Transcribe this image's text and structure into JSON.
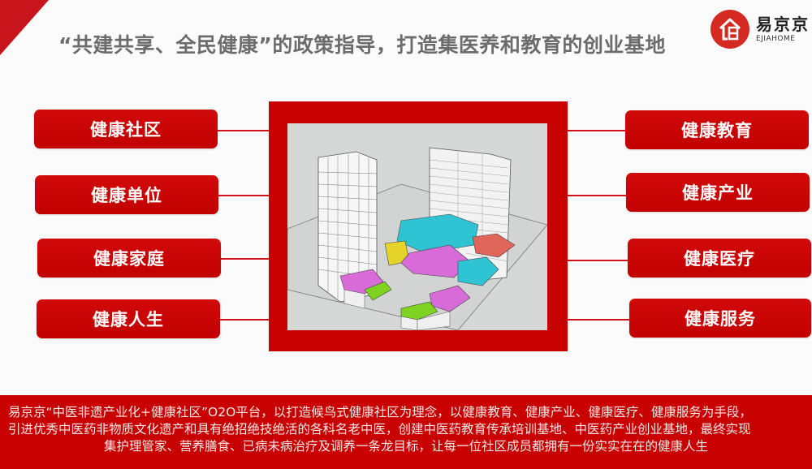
{
  "header": {
    "title": "“共建共享、全民健康”的政策指导，打造集医养和教育的创业基地"
  },
  "logo": {
    "icon": "house-logo-icon",
    "name_cn": "易京京",
    "name_en": "EJIAHOME",
    "brand_color": "#d42a22"
  },
  "left_items": [
    {
      "label": "健康社区"
    },
    {
      "label": "健康单位"
    },
    {
      "label": "健康家庭"
    },
    {
      "label": "健康人生"
    }
  ],
  "right_items": [
    {
      "label": "健康教育"
    },
    {
      "label": "健康产业"
    },
    {
      "label": "健康医疗"
    },
    {
      "label": "健康服务"
    }
  ],
  "center_image": {
    "description": "3D architectural model of a health community complex with two high-rise towers and colored low-rise podium blocks"
  },
  "footer": {
    "line1": "易京京“中医非遗产业化+健康社区”O2O平台，以打造候鸟式健康社区为理念，以健康教育、健康产业、健康医疗、健康服务为手段，",
    "line2": "引进优秀中医药非物质文化遗产和具有绝招绝技绝活的各科名老中医，创建中医药教育传承培训基地、中医药产业创业基地，最终实现",
    "line3": "集护理管家、营养膳食、已病未病治疗及调养一条龙目标，让每一位社区成员都拥有一份实实在在的健康人生"
  },
  "colors": {
    "primary_red": "#c80000",
    "title_gray": "#6c6c6c",
    "background": "#fbfbfc"
  }
}
